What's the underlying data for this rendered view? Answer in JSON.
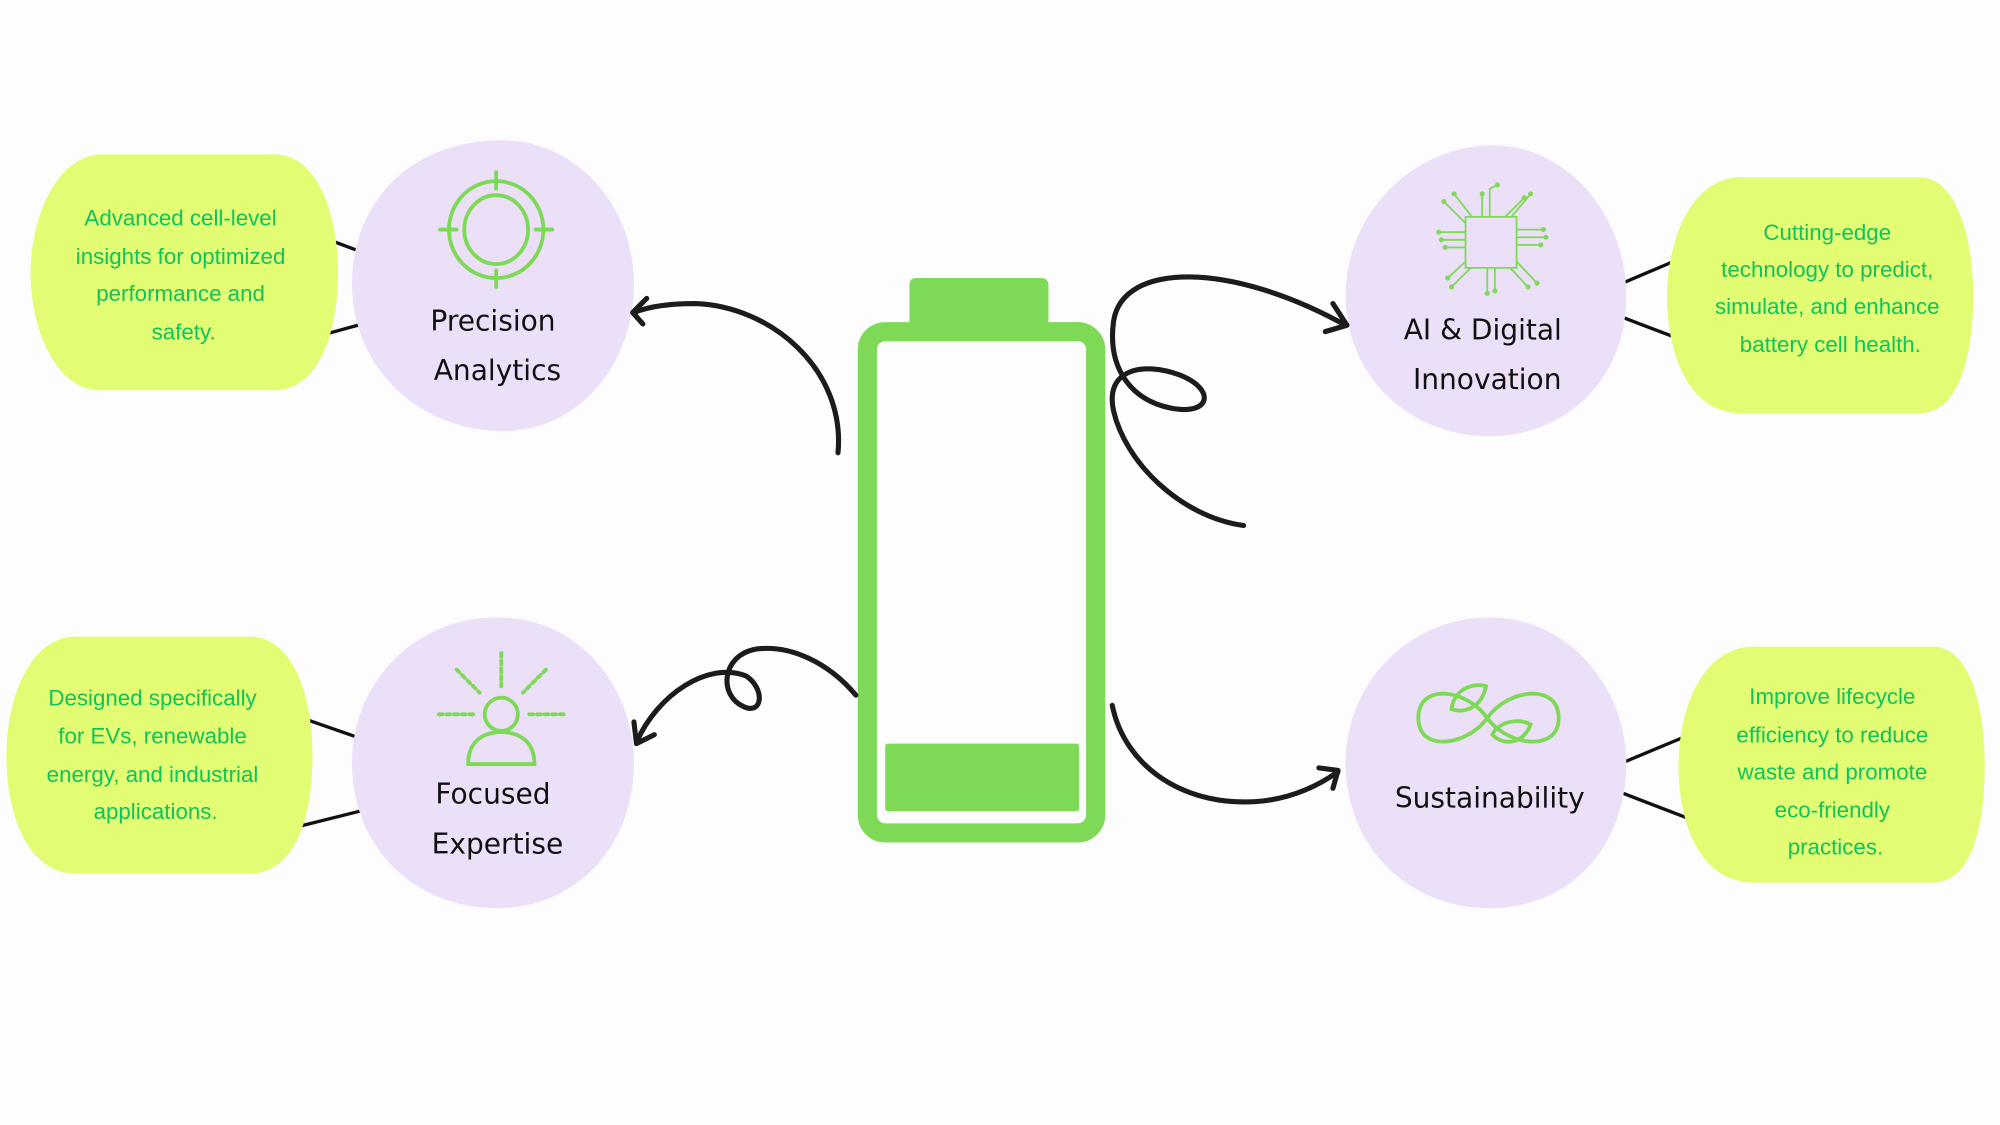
{
  "center": {
    "name": "battery",
    "charge_percent": 12
  },
  "colors": {
    "battery": "#7ed957",
    "circle": "#ecdff8",
    "box": "#e2fd74",
    "text": "#12c25a"
  },
  "nodes": [
    {
      "title_lines": [
        "Precision",
        "Analytics"
      ],
      "icon": "target-icon",
      "desc_lines": [
        "Advanced cell-level",
        "insights for optimized",
        "performance and",
        "safety."
      ]
    },
    {
      "title_lines": [
        "AI & Digital",
        "Innovation"
      ],
      "icon": "chip-icon",
      "desc_lines": [
        "Cutting-edge",
        "technology to predict,",
        "simulate, and enhance",
        "battery cell health."
      ]
    },
    {
      "title_lines": [
        "Focused",
        "Expertise"
      ],
      "icon": "focus-person-icon",
      "desc_lines": [
        "Designed specifically",
        "for EVs, renewable",
        "energy, and industrial",
        "applications."
      ]
    },
    {
      "title_lines": [
        "Sustainability"
      ],
      "icon": "infinity-leaf-icon",
      "desc_lines": [
        "Improve lifecycle",
        "efficiency to reduce",
        "waste and promote",
        "eco-friendly",
        "practices."
      ]
    }
  ]
}
